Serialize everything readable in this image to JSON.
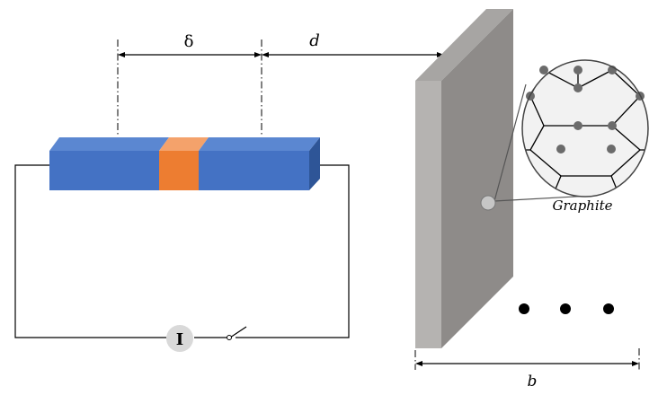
{
  "labels": {
    "delta": "δ",
    "d": "d",
    "b": "b",
    "graphite": "Graphite",
    "ammeter": "I"
  },
  "colors": {
    "electrode_front": "#4472C4",
    "electrode_top": "#5B87D1",
    "electrode_side": "#2E5597",
    "gap_front": "#ED7D31",
    "gap_top": "#F4A26B",
    "plate_front": "#8E8B89",
    "plate_side": "#B5B3B1",
    "plate_top": "#A7A5A3",
    "ammeter_fill": "#D9D9D9",
    "lattice_atom": "#6B6B6B",
    "lattice_bg": "#F2F2F2"
  },
  "icons": {
    "ammeter": "ammeter-icon",
    "switch": "switch-icon",
    "ellipsis": "ellipsis-dots-icon",
    "magnifier": "graphite-magnifier-icon"
  }
}
